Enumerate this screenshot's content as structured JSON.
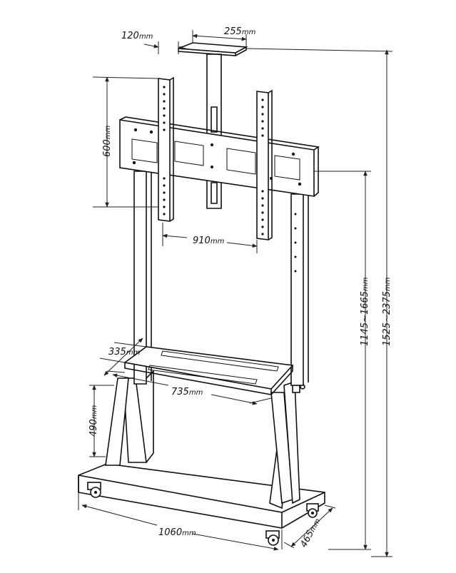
{
  "dimensions": {
    "bracket_width": "120",
    "top_plate_width": "255",
    "vesa_height": "600",
    "vesa_width": "910",
    "shelf_depth": "335",
    "shelf_width": "735",
    "shelf_height": "490",
    "base_width": "1060",
    "base_depth": "465",
    "mount_height_range": "1145~1665",
    "total_height_range": "1525~2375",
    "unit": "mm"
  }
}
